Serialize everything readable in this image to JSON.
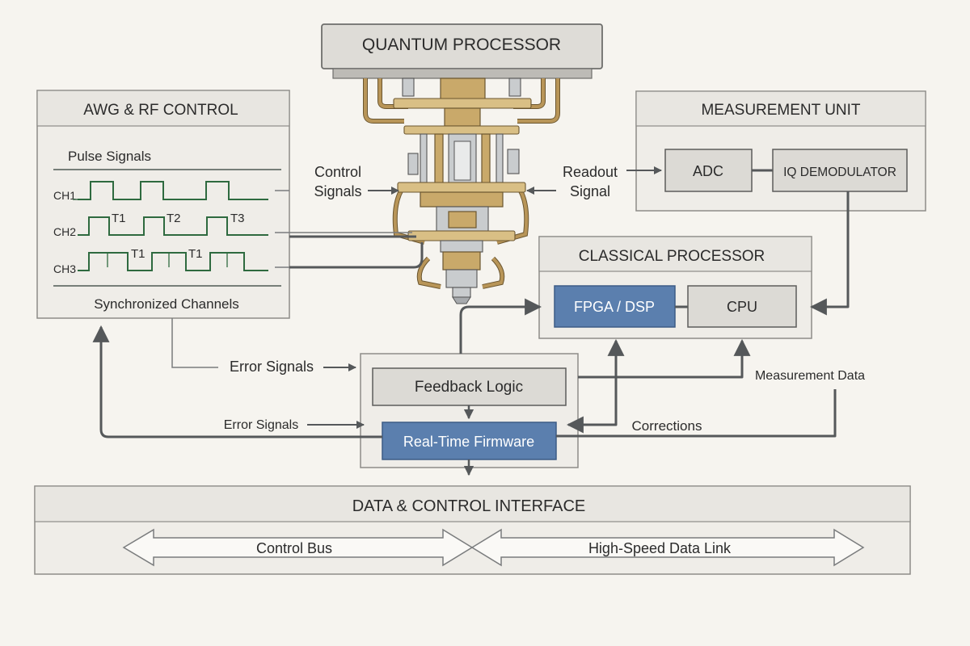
{
  "quantum_processor": {
    "title": "QUANTUM PROCESSOR"
  },
  "awg": {
    "title": "AWG & RF CONTROL",
    "pulse_label": "Pulse Signals",
    "channels": [
      "CH1",
      "CH2",
      "CH3"
    ],
    "ch2_markers": [
      "T1",
      "T2",
      "T3"
    ],
    "ch3_markers": [
      "T1",
      "T1"
    ],
    "footer": "Synchronized Channels"
  },
  "signals": {
    "control_line1": "Control",
    "control_line2": "Signals",
    "readout_line1": "Readout",
    "readout_line2": "Signal",
    "error_signals_upper": "Error Signals",
    "error_signals_lower": "Error Signals",
    "measurement_data": "Measurement Data",
    "corrections": "Corrections"
  },
  "measurement_unit": {
    "title": "MEASUREMENT UNIT",
    "adc": "ADC",
    "iq": "IQ DEMODULATOR"
  },
  "classical_processor": {
    "title": "CLASSICAL PROCESSOR",
    "fpga": "FPGA / DSP",
    "cpu": "CPU"
  },
  "feedback": {
    "logic": "Feedback Logic",
    "firmware": "Real-Time Firmware"
  },
  "interface": {
    "title": "DATA & CONTROL INTERFACE",
    "control_bus": "Control Bus",
    "data_link": "High-Speed Data Link"
  },
  "colors": {
    "accent_blue": "#5b7fae",
    "pulse_green": "#2e6a3f",
    "wire": "#55585a"
  }
}
